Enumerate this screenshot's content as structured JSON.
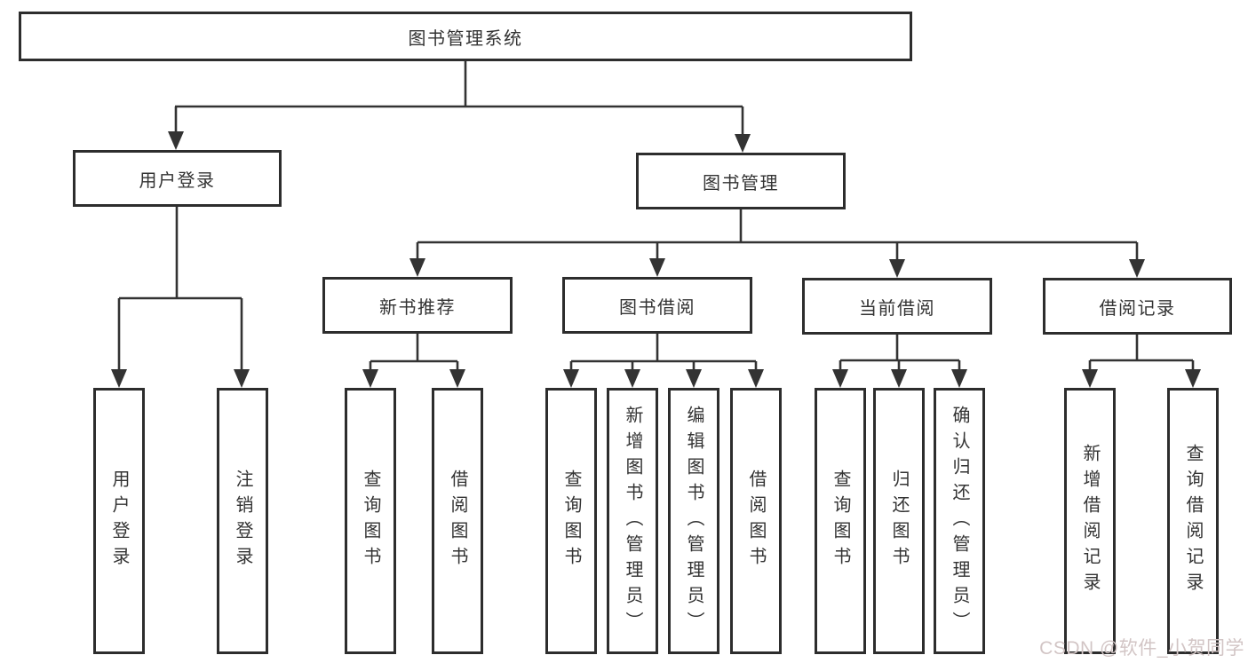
{
  "diagram": {
    "type": "hierarchy-tree",
    "title": "图书管理系统",
    "watermark": "CSDN @软件_小贺同学",
    "colors": {
      "line": "#333333",
      "box_border": "#2d2d2d",
      "text": "#333333",
      "background": "#ffffff",
      "watermark": "#d2c5c5"
    },
    "nodes": {
      "root": "图书管理系统",
      "user_login": "用户登录",
      "book_mgmt": "图书管理",
      "new_book_rec": "新书推荐",
      "book_borrow": "图书借阅",
      "current_borrow": "当前借阅",
      "borrow_record": "借阅记录",
      "ul_user_login": "用户登录",
      "ul_logout": "注销登录",
      "nbr_query_book": "查询图书",
      "nbr_borrow_book": "借阅图书",
      "bb_query_book": "查询图书",
      "bb_add_book": "新增图书（管理员）",
      "bb_edit_book": "编辑图书（管理员）",
      "bb_borrow_book": "借阅图书",
      "cb_query_book": "查询图书",
      "cb_return_book": "归还图书",
      "cb_confirm_return": "确认归还（管理员）",
      "br_add_record": "新增借阅记录",
      "br_query_record": "查询借阅记录"
    },
    "edges": [
      [
        "图书管理系统",
        "用户登录"
      ],
      [
        "图书管理系统",
        "图书管理"
      ],
      [
        "用户登录",
        "用户登录(子)"
      ],
      [
        "用户登录",
        "注销登录"
      ],
      [
        "图书管理",
        "新书推荐"
      ],
      [
        "图书管理",
        "图书借阅"
      ],
      [
        "图书管理",
        "当前借阅"
      ],
      [
        "图书管理",
        "借阅记录"
      ],
      [
        "新书推荐",
        "查询图书"
      ],
      [
        "新书推荐",
        "借阅图书"
      ],
      [
        "图书借阅",
        "查询图书"
      ],
      [
        "图书借阅",
        "新增图书（管理员）"
      ],
      [
        "图书借阅",
        "编辑图书（管理员）"
      ],
      [
        "图书借阅",
        "借阅图书"
      ],
      [
        "当前借阅",
        "查询图书"
      ],
      [
        "当前借阅",
        "归还图书"
      ],
      [
        "当前借阅",
        "确认归还（管理员）"
      ],
      [
        "借阅记录",
        "新增借阅记录"
      ],
      [
        "借阅记录",
        "查询借阅记录"
      ]
    ]
  }
}
